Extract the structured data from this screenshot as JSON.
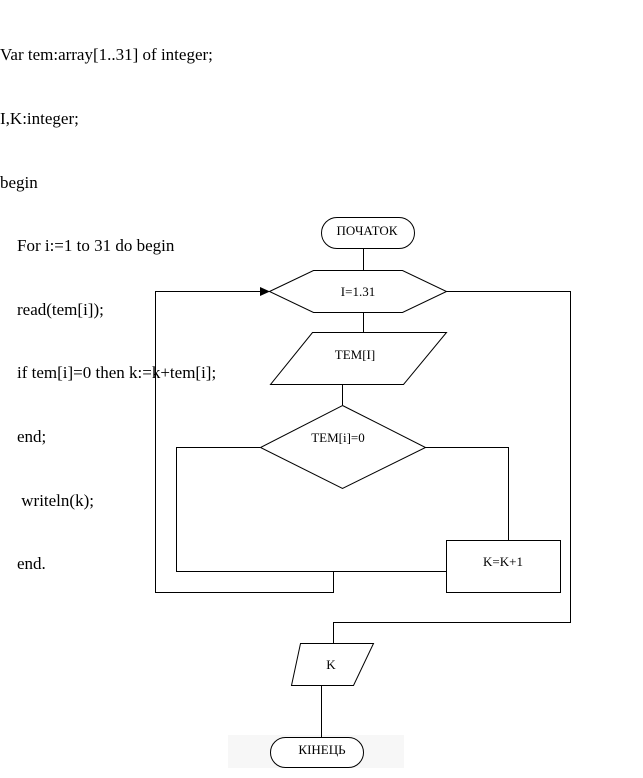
{
  "code": [
    "Var tem:array[1..31] of integer;",
    "I,K:integer;",
    "begin",
    "    For i:=1 to 31 do begin",
    "    read(tem[i]);",
    "    if tem[i]=0 then k:=k+tem[i];",
    "    end;",
    "     writeln(k);",
    "    end."
  ],
  "flowchart": {
    "start": "ПОЧАТОК",
    "loop": "I=1.31",
    "input": "TEM[I]",
    "condition": "TEM[i]=0",
    "process": "K=K+1",
    "output": "K",
    "end": "КІНЕЦЬ"
  }
}
